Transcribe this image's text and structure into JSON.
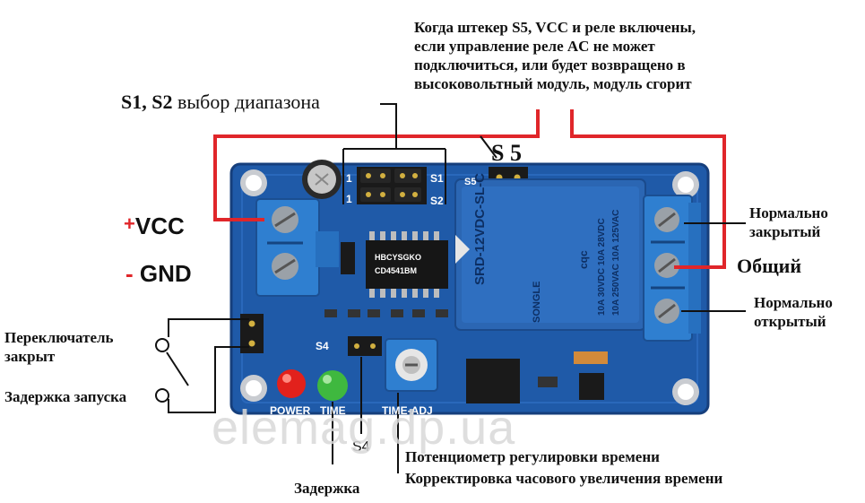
{
  "labels": {
    "warning_lines": [
      "Когда штекер S5, VCC и реле включены,",
      "если управление реле AC не может",
      "подключиться, или будет возвращено в",
      "высоковольтный модуль, модуль сгорит"
    ],
    "s1s2_bold": "S1, S2",
    "s1s2_rest": " выбор диапазона",
    "s5": "S 5",
    "vcc_sign": "+",
    "vcc": "VCC",
    "gnd_sign": "-",
    "gnd": " GND",
    "nc_line1": "Нормально",
    "nc_line2": "закрытый",
    "common": "Общий",
    "no_line1": "Нормально",
    "no_line2": "открытый",
    "switch_line1": "Переключатель",
    "switch_line2": "закрыт",
    "start_delay": "Задержка запуска",
    "s4": "S4",
    "delay": "Задержка",
    "pot_line1": "Потенциометр регулировки времени",
    "pot_line2": "Корректировка часового увеличения времени"
  },
  "board": {
    "silk_power": "POWER",
    "silk_time": "TIME",
    "silk_timeadj": "TIME-ADJ",
    "silk_s1": "S1",
    "silk_s2": "S2",
    "silk_s4": "S4",
    "silk_s5": "S5",
    "silk_1a": "1",
    "silk_1b": "1",
    "chip_line1": "HBCYSGKO",
    "chip_line2": "CD4541BM",
    "relay_model": "SRD-12VDC-SL-C",
    "relay_spec1": "10A 250VAC  10A 125VAC",
    "relay_spec2": "10A 30VDC  10A 28VDC",
    "relay_brand": "SONGLE",
    "relay_cert": "cqc"
  },
  "watermark": "elemag.dp.ua",
  "colors": {
    "pcb": "#1f5aa8",
    "pcb_edge": "#163f7c",
    "terminal": "#2f7fd0",
    "relay": "#2b66b3",
    "wire_red": "#e0262a",
    "led_red": "#e2211c",
    "led_green": "#3fb83f"
  }
}
